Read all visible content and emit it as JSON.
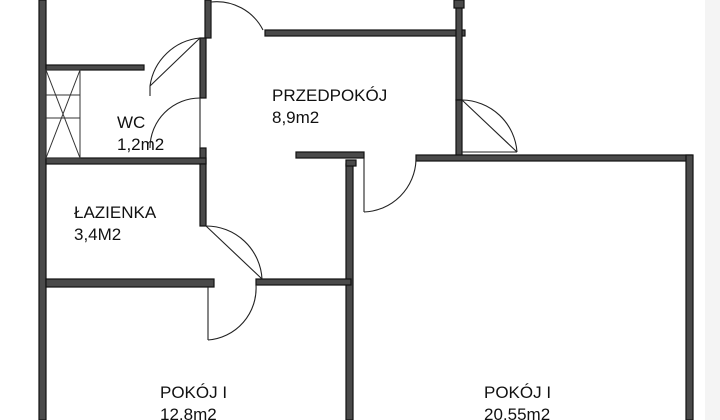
{
  "rooms": {
    "przedpokoj": {
      "name": "PRZEDPOKÓJ",
      "area": "8,9m2"
    },
    "wc": {
      "name": "WC",
      "area": "1,2m2"
    },
    "lazienka": {
      "name": "ŁAZIENKA",
      "area": "3,4M2"
    },
    "pokoj_left": {
      "name": "POKÓJ I",
      "area": "12,8m2"
    },
    "pokoj_right": {
      "name": "POKÓJ I",
      "area": "20,55m2"
    }
  },
  "colors": {
    "wall_fill": "#4a4a4a",
    "background": "#ffffff"
  }
}
